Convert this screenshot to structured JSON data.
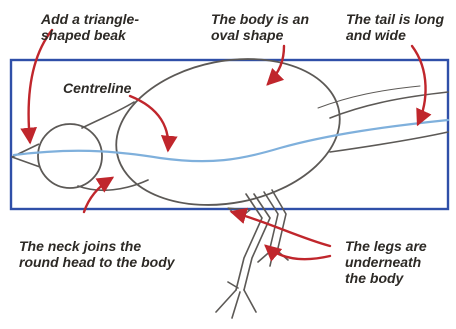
{
  "labels": {
    "beak": [
      "Add a triangle-",
      "shaped beak"
    ],
    "body": [
      "The body is an",
      "oval shape"
    ],
    "tail": [
      "The tail is long",
      "and wide"
    ],
    "centreline": "Centreline",
    "neck": [
      "The neck joins the",
      "round head to the body"
    ],
    "legs": [
      "The legs are",
      "underneath",
      "the body"
    ]
  },
  "colors": {
    "pencil": "#5c5956",
    "box": "#2f4fa8",
    "centreline": "#7fb0dc",
    "arrow": "#c0262c",
    "text": "#2d2a26"
  }
}
